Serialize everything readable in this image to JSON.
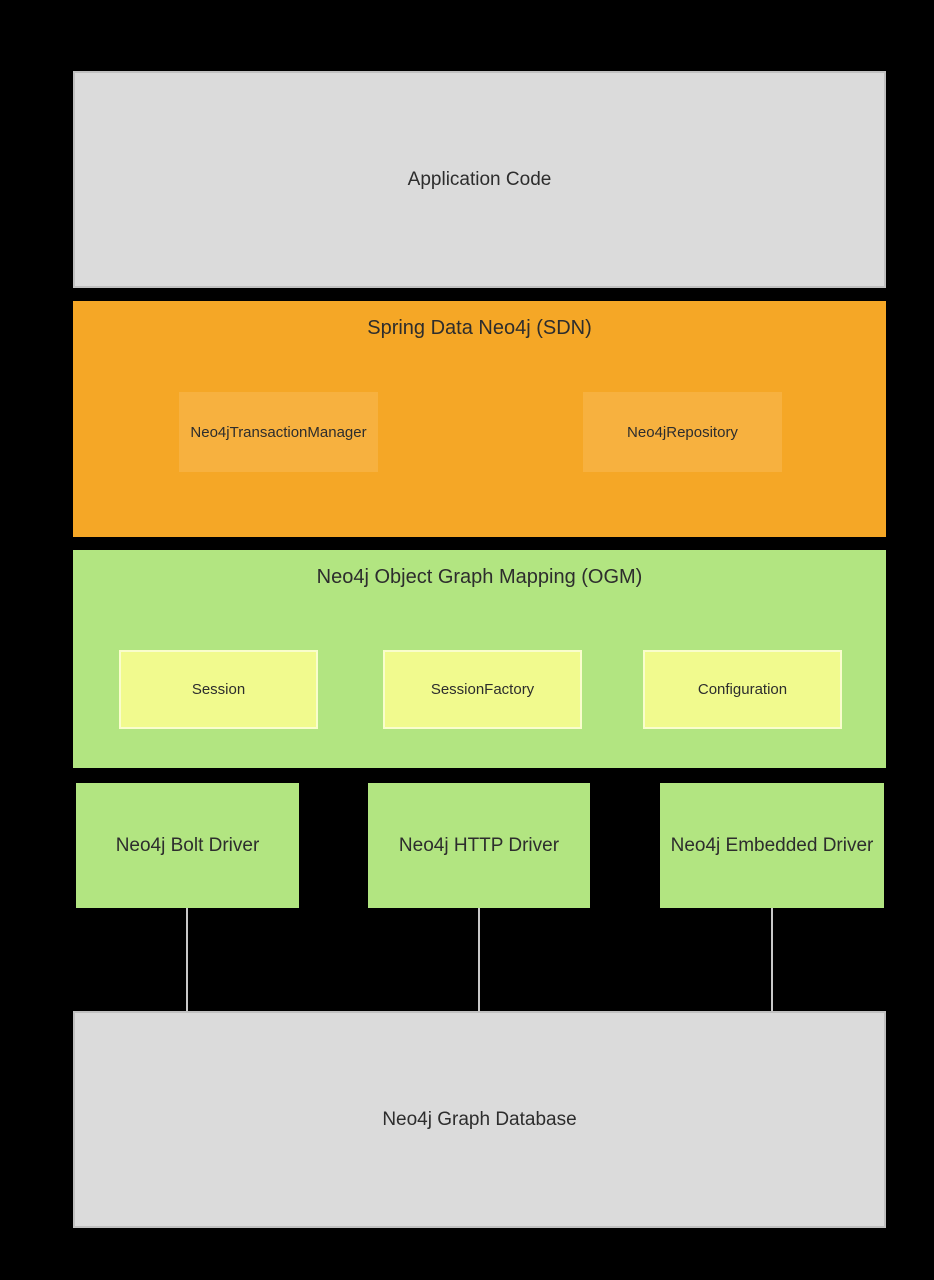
{
  "layers": {
    "application": {
      "label": "Application Code"
    },
    "sdn": {
      "title": "Spring Data Neo4j (SDN)",
      "components": [
        {
          "label": "Neo4jTransactionManager"
        },
        {
          "label": "Neo4jRepository"
        }
      ]
    },
    "ogm": {
      "title": "Neo4j Object Graph Mapping (OGM)",
      "components": [
        {
          "label": "Session"
        },
        {
          "label": "SessionFactory"
        },
        {
          "label": "Configuration"
        }
      ]
    },
    "drivers": [
      {
        "label": "Neo4j Bolt Driver"
      },
      {
        "label": "Neo4j HTTP Driver"
      },
      {
        "label": "Neo4j Embedded Driver"
      }
    ],
    "database": {
      "label": "Neo4j Graph Database"
    }
  },
  "colors": {
    "background": "#000000",
    "gray_box": "#dbdbdb",
    "gray_box_border": "#c0c0c0",
    "orange_box": "#f5a726",
    "orange_inner_box": "#f7b13f",
    "green_box": "#b2e581",
    "yellow_box": "#f1fa8e",
    "connector_line": "#c9c9c9",
    "text": "#2d2d2d"
  }
}
